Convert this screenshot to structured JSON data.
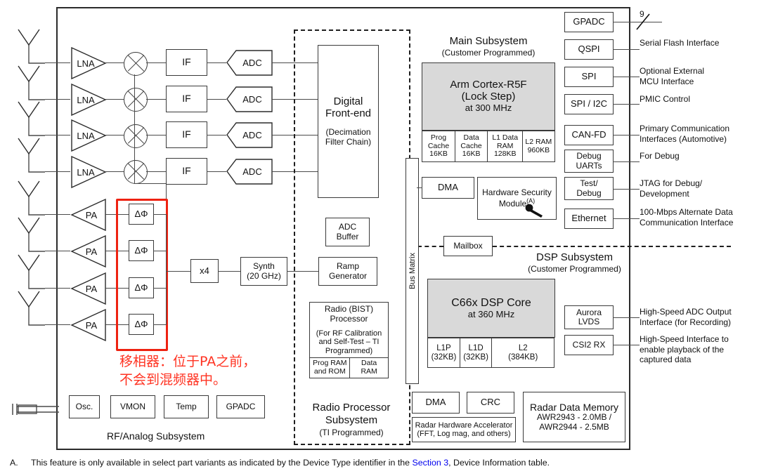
{
  "diagram": {
    "title": "AWR2943 / AWR2944 Functional Block Diagram",
    "colors": {
      "accent_blue": "#0000ee",
      "highlight_red": "#ff3322",
      "core_fill": "#d9d9d9",
      "line": "#3a3a3a"
    }
  },
  "rf_analog": {
    "subsystem_label": "RF/Analog Subsystem",
    "rx_chain": {
      "lna_label": "LNA",
      "if_label": "IF",
      "adc_label": "ADC",
      "count": 4
    },
    "tx_chain": {
      "pa_label": "PA",
      "phase_shifter_label": "ΔΦ",
      "count": 4
    },
    "digital_front_end": {
      "line1": "Digital",
      "line2": "Front-end",
      "line3": "(Decimation",
      "line4": "Filter Chain)"
    },
    "adc_buffer": {
      "line1": "ADC",
      "line2": "Buffer"
    },
    "multiplier": "x4",
    "synth": {
      "line1": "Synth",
      "line2": "(20 GHz)"
    },
    "ramp_generator": {
      "line1": "Ramp",
      "line2": "Generator"
    },
    "osc": "Osc.",
    "vmon": "VMON",
    "temp": "Temp",
    "gpadc": "GPADC"
  },
  "annotation": {
    "text": "移相器：位于PA之前，\n不会到混频器中。"
  },
  "radio_processor": {
    "subsystem_label_line1": "Radio Processor",
    "subsystem_label_line2": "Subsystem",
    "subsystem_sub": "(TI Programmed)",
    "bist": {
      "title_line1": "Radio (BIST)",
      "title_line2": "Processor",
      "desc_line1": "(For RF Calibration",
      "desc_line2": "and Self-Test  – TI",
      "desc_line3": "Programmed)",
      "mem": [
        {
          "line1": "Prog RAM",
          "line2": "and ROM"
        },
        {
          "line1": "Data",
          "line2": "RAM"
        }
      ]
    }
  },
  "main_subsystem": {
    "title": "Main Subsystem",
    "subtitle": "(Customer Programmed)",
    "core": {
      "line1": "Arm Cortex-R5F",
      "line2": "(Lock Step)",
      "line3": "at 300 MHz"
    },
    "memories": [
      {
        "line1": "Prog",
        "line2": "Cache",
        "line3": "16KB"
      },
      {
        "line1": "Data",
        "line2": "Cache",
        "line3": "16KB"
      },
      {
        "line1": "L1 Data",
        "line2": "RAM",
        "line3": "128KB"
      },
      {
        "line1": "L2 RAM",
        "line2": "960KB",
        "line3": ""
      }
    ],
    "dma": "DMA",
    "hsm": {
      "line1": "Hardware Security",
      "line2": "Module",
      "footnote_marker": "(A)"
    },
    "mailbox": "Mailbox",
    "bus_matrix": "Bus Matrix"
  },
  "dsp_subsystem": {
    "title": "DSP Subsystem",
    "subtitle": "(Customer Programmed)",
    "core": {
      "line1": "C66x DSP Core",
      "line2": "at 360 MHz"
    },
    "memories": [
      {
        "line1": "L1P",
        "line2": "(32KB)"
      },
      {
        "line1": "L1D",
        "line2": "(32KB)"
      },
      {
        "line1": "L2",
        "line2": "(384KB)"
      }
    ],
    "dma": "DMA",
    "crc": "CRC",
    "accelerator": {
      "line1": "Radar Hardware Accelerator",
      "line2": "(FFT, Log mag, and others)"
    },
    "radar_data_memory": {
      "line1": "Radar Data Memory",
      "line2": "AWR2943 - 2.0MB /",
      "line3": "AWR2944 - 2.5MB"
    }
  },
  "peripherals": [
    {
      "name": "GPADC",
      "label_lines": [],
      "bus_width": "9"
    },
    {
      "name": "QSPI",
      "label_lines": [
        "Serial Flash Interface"
      ]
    },
    {
      "name": "SPI",
      "label_lines": [
        "Optional External",
        "MCU Interface"
      ]
    },
    {
      "name": "SPI / I2C",
      "label_lines": [
        "PMIC Control"
      ]
    },
    {
      "name": "CAN-FD",
      "label_lines": [
        "Primary Communication",
        "Interfaces (Automotive)"
      ]
    },
    {
      "name": "Debug\nUARTs",
      "name_l1": "Debug",
      "name_l2": "UARTs",
      "label_lines": [
        "For Debug"
      ]
    },
    {
      "name": "Test/\nDebug",
      "name_l1": "Test/",
      "name_l2": "Debug",
      "label_lines": [
        "JTAG for Debug/",
        "Development"
      ]
    },
    {
      "name": "Ethernet",
      "label_lines": [
        "100-Mbps Alternate Data",
        "Communication Interface"
      ]
    }
  ],
  "dsp_peripherals": [
    {
      "name_l1": "Aurora",
      "name_l2": "LVDS",
      "label_lines": [
        "High-Speed ADC Output",
        "Interface (for Recording)"
      ]
    },
    {
      "name_l1": "CSI2 RX",
      "name_l2": "",
      "label_lines": [
        "High-Speed Interface to",
        "enable playback of the",
        "captured data"
      ]
    }
  ],
  "footnote": {
    "letter": "A.",
    "part1": "This feature is only available in select part variants as indicated by the Device Type identifier in the ",
    "link": "Section 3",
    "part2": ", Device Information table."
  }
}
